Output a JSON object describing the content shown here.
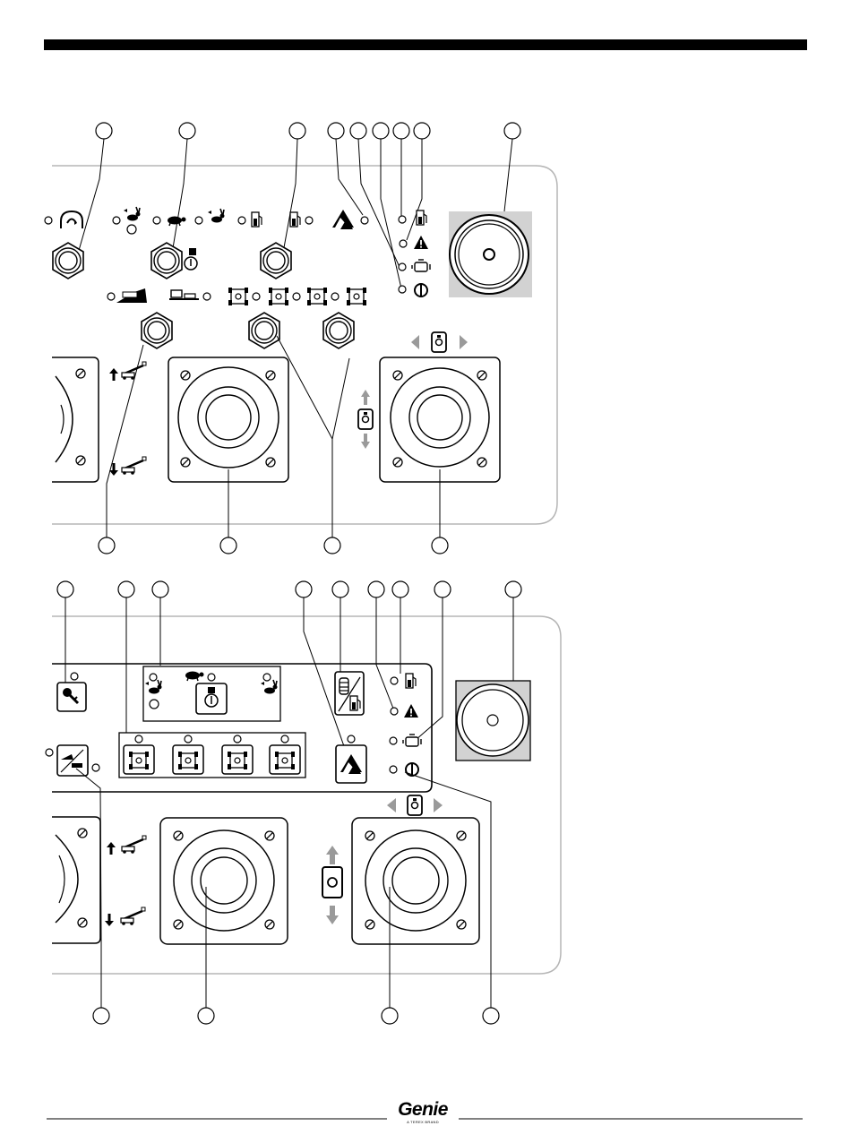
{
  "brand": {
    "name": "Genie",
    "tagline": "A TEREX BRAND"
  },
  "panels": [
    {
      "id": "upper-control-panel"
    },
    {
      "id": "lower-control-panel"
    }
  ],
  "colors": {
    "ink": "#000000",
    "panel_border": "#b5b5b5",
    "shade": "#d2d2d2",
    "arrow_gray": "#9a9a9a"
  },
  "icons": [
    "horn-icon",
    "turtle-icon",
    "rabbit-icon",
    "fuel-icon",
    "tilt-alarm-icon",
    "warning-icon",
    "engine-icon",
    "glow-plug-icon",
    "boom-icon",
    "steer-mode-icon",
    "drive-chassis-icon",
    "key-icon"
  ]
}
